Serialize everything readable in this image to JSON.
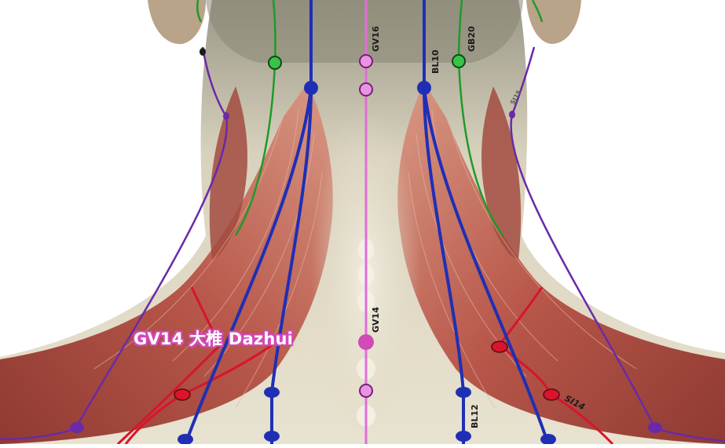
{
  "callout": {
    "text": "GV14 大椎 Dazhui"
  },
  "point_labels": {
    "gv16": "GV16",
    "gb20": "GB20",
    "bl10": "BL10",
    "gv14": "GV14",
    "bl12": "BL12",
    "si14": "SI14",
    "si15": "SI15"
  },
  "colors": {
    "governing_vessel": "#e06fd6",
    "bladder": "#1f2fb5",
    "gallbladder": "#1f9a2a",
    "small_intestine": "#d7152c",
    "triple_burner": "#6a2aa8",
    "callout_outline": "#d24ab6",
    "muscle": "#b8574a",
    "skin": "#ddd6c2"
  }
}
